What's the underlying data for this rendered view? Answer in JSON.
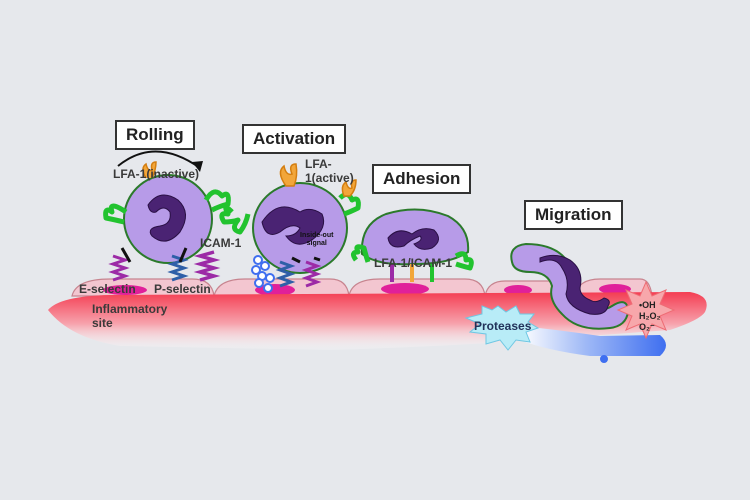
{
  "stages": {
    "rolling": "Rolling",
    "activation": "Activation",
    "adhesion": "Adhesion",
    "migration": "Migration"
  },
  "labels": {
    "lfa1_inactive": "LFA-1(inactive)",
    "lfa1_active_line1": "LFA-",
    "lfa1_active_line2": "1(active)",
    "icam1": "ICAM-1",
    "inside_out_line1": "Inside-out",
    "inside_out_line2": "signal",
    "lfa1_icam1": "LFA-1/ICAM-1",
    "e_selectin": "E-selectin",
    "p_selectin": "P-selectin",
    "inflammatory_line1": "Inflammatory",
    "inflammatory_line2": "site",
    "proteases": "Proteases",
    "ros_oh": "•OH",
    "ros_h2o2": "H₂O₂",
    "ros_o2": "O₂⁻"
  },
  "colors": {
    "background": "#e6e8ec",
    "leukocyte": "#b79be8",
    "nucleus": "#4a2373",
    "lfa1": "#f2a63a",
    "icam1_selectin": "#9c2aa6",
    "green_receptor": "#22c32f",
    "endothelium": "#f3c6d0",
    "endothelial_nucleus": "#e0209a",
    "inflamed_tissue": "#f43d52",
    "vessel_leak": "#3f6ff0"
  }
}
